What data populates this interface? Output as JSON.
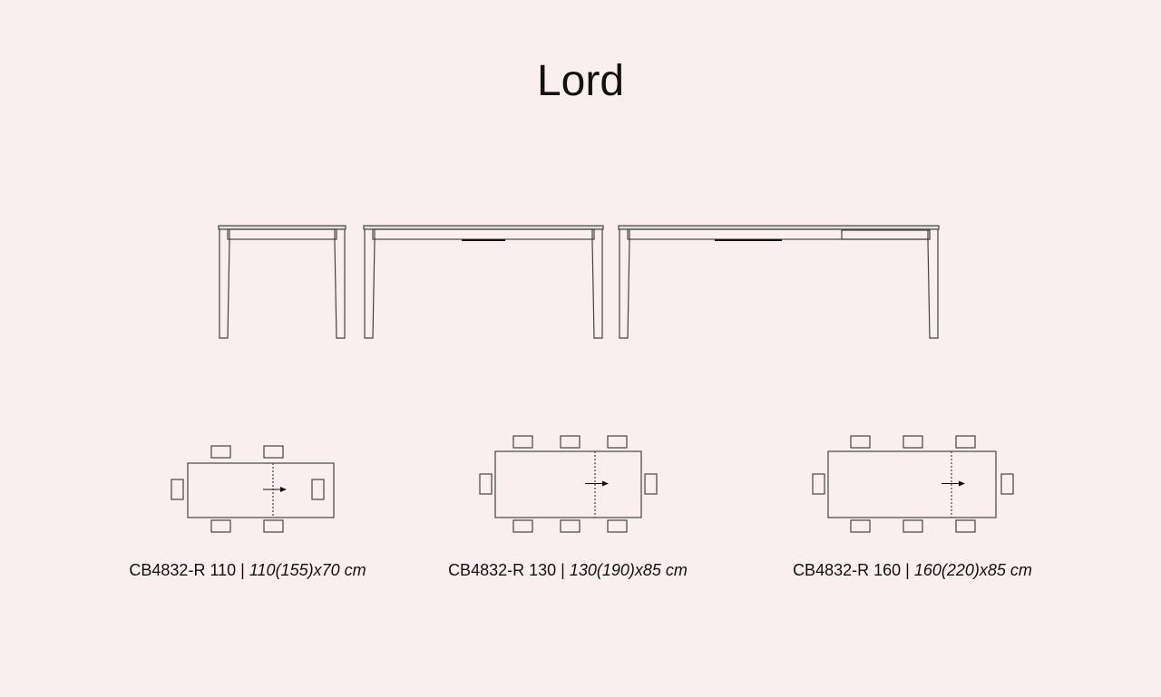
{
  "title": "Lord",
  "colors": {
    "background": "#f9eff0",
    "line": "#444444"
  },
  "models": [
    {
      "code": "CB4832-R 110",
      "separator": "|",
      "dimensions": "110(155)x70 cm",
      "chairs_per_long_side": 2
    },
    {
      "code": "CB4832-R 130",
      "separator": "|",
      "dimensions": "130(190)x85 cm",
      "chairs_per_long_side": 3
    },
    {
      "code": "CB4832-R 160",
      "separator": "|",
      "dimensions": "160(220)x85 cm",
      "chairs_per_long_side": 3
    }
  ]
}
